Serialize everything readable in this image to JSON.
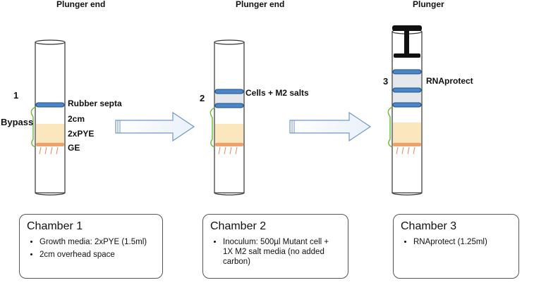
{
  "stages": [
    {
      "header": "Plunger end",
      "number": "1",
      "labels": {
        "septa": "Rubber septa",
        "space": "2cm",
        "media": "2xPYE",
        "ge": "GE",
        "bypass": "Bypass"
      }
    },
    {
      "header": "Plunger end",
      "number": "2",
      "labels": {
        "cells": "Cells + M2 salts"
      }
    },
    {
      "header": "Plunger",
      "number": "3",
      "labels": {
        "rna": "RNAprotect"
      }
    }
  ],
  "chambers": [
    {
      "title": "Chamber 1",
      "bullets": [
        "Growth media: 2xPYE (1.5ml)",
        "2cm overhead space"
      ]
    },
    {
      "title": "Chamber 2",
      "bullets": [
        "Inoculum: 500µl Mutant cell + 1X M2 salt media (no added carbon)"
      ]
    },
    {
      "title": "Chamber 3",
      "bullets": [
        "RNAprotect (1.25ml)"
      ]
    }
  ],
  "colors": {
    "septa": "#4a86c8",
    "media": "#fbe7bd",
    "filter": "#f2a068",
    "chamber_fill": "#e4e8ec",
    "bypass": "#6fbf3d",
    "plunger": "#111111",
    "arrow_outline": "#6f97c7"
  }
}
